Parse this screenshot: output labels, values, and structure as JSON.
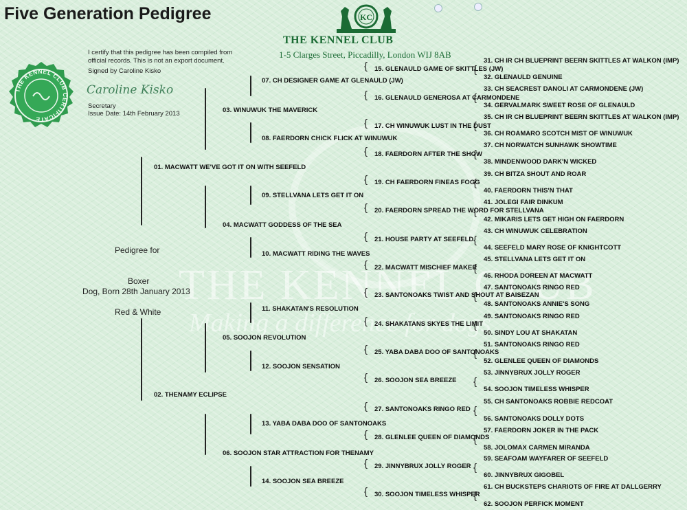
{
  "title": "Five Generation Pedigree",
  "certificate": {
    "statement": "I certify that this pedigree has been compiled from official records.  This is not an export document.",
    "signed_by": "Signed by Caroline Kisko",
    "signature": "Caroline Kisko",
    "role": "Secretary",
    "issue_date": "Issue Date:  14th February 2013",
    "seal_text": "THE KENNEL CLUB CERTIFICATE"
  },
  "club": {
    "name": "THE KENNEL CLUB",
    "address": "1-5 Clarges Street, Piccadilly, London WIJ 8AB",
    "logo_text": "KC",
    "watermark": "THE KENNEL CLUB",
    "watermark_tagline": "Making a difference for dogs"
  },
  "subject": {
    "heading": "Pedigree for",
    "breed": "Boxer",
    "sex_dob": "Dog, Born 28th January 2013",
    "colour": "Red & White"
  },
  "gen1": [
    "01. MACWATT WE'VE GOT IT ON WITH SEEFELD",
    "02. THENAMY ECLIPSE"
  ],
  "gen2": [
    "03. WINUWUK THE MAVERICK",
    "04. MACWATT GODDESS OF THE SEA",
    "05. SOOJON REVOLUTION",
    "06. SOOJON STAR ATTRACTION FOR THENAMY"
  ],
  "gen3": [
    "07. CH DESIGNER GAME AT GLENAULD (JW)",
    "08. FAERDORN CHICK FLICK AT WINUWUK",
    "09. STELLVANA LETS GET IT ON",
    "10. MACWATT RIDING THE WAVES",
    "11. SHAKATAN'S RESOLUTION",
    "12. SOOJON SENSATION",
    "13. YABA DABA DOO OF SANTONOAKS",
    "14. SOOJON SEA BREEZE"
  ],
  "gen4": [
    "15. GLENAULD GAME OF SKITTLES (JW)",
    "16. GLENAULD GENEROSA AT CARMONDENE",
    "17. CH WINUWUK LUST IN THE DUST",
    "18. FAERDORN AFTER THE SHOW",
    "19. CH FAERDORN FINEAS FOGG",
    "20. FAERDORN SPREAD THE WORD FOR STELLVANA",
    "21. HOUSE PARTY AT SEEFELD",
    "22. MACWATT MISCHIEF MAKER",
    "23. SANTONOAKS TWIST AND SHOUT AT BAISEZAN",
    "24. SHAKATANS SKYES THE LIMIT",
    "25. YABA DABA DOO OF SANTONOAKS",
    "26. SOOJON SEA BREEZE",
    "27. SANTONOAKS RINGO RED",
    "28. GLENLEE QUEEN OF DIAMONDS",
    "29. JINNYBRUX JOLLY ROGER",
    "30. SOOJON TIMELESS WHISPER"
  ],
  "gen5": [
    "31. CH IR CH BLUEPRINT BEERN SKITTLES AT WALKON (IMP)",
    "32. GLENAULD GENUINE",
    "33. CH SEACREST DANOLI AT CARMONDENE (JW)",
    "34. GERVALMARK SWEET ROSE OF GLENAULD",
    "35. CH IR CH BLUEPRINT BEERN SKITTLES AT WALKON (IMP)",
    "36. CH ROAMARO SCOTCH MIST OF WINUWUK",
    "37. CH NORWATCH SUNHAWK SHOWTIME",
    "38. MINDENWOOD DARK'N WICKED",
    "39. CH BITZA SHOUT AND ROAR",
    "40. FAERDORN THIS'N THAT",
    "41. JOLEGI FAIR DINKUM",
    "42. MIKARIS LETS GET HIGH ON FAERDORN",
    "43. CH WINUWUK CELEBRATION",
    "44. SEEFELD MARY ROSE OF KNIGHTCOTT",
    "45. STELLVANA LETS GET IT ON",
    "46. RHODA DOREEN AT MACWATT",
    "47. SANTONOAKS RINGO RED",
    "48. SANTONOAKS ANNIE'S SONG",
    "49. SANTONOAKS RINGO RED",
    "50. SINDY LOU AT SHAKATAN",
    "51. SANTONOAKS RINGO RED",
    "52. GLENLEE QUEEN OF DIAMONDS",
    "53. JINNYBRUX JOLLY ROGER",
    "54. SOOJON TIMELESS WHISPER",
    "55. CH SANTONOAKS ROBBIE REDCOAT",
    "56. SANTONOAKS DOLLY DOTS",
    "57. FAERDORN JOKER IN THE PACK",
    "58. JOLOMAX CARMEN MIRANDA",
    "59. SEAFOAM WAYFARER OF SEEFELD",
    "60. JINNYBRUX GIGOBEL",
    "61. CH BUCKSTEPS CHARIOTS OF FIRE AT DALLGERRY",
    "62. SOOJON PERFICK MOMENT"
  ]
}
